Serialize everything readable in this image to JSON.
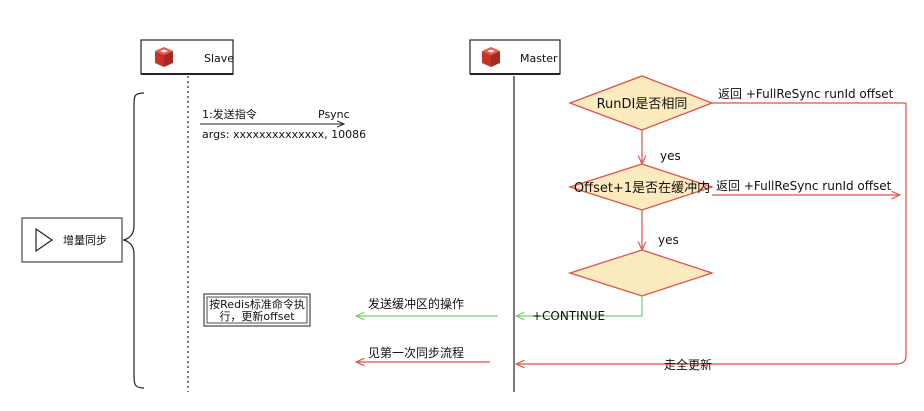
{
  "participants": {
    "slave": {
      "label": "Slave",
      "icon": "redis-logo-icon"
    },
    "master": {
      "label": "Master",
      "icon": "redis-logo-icon"
    }
  },
  "phase": {
    "label": "增量同步",
    "icon": "play-triangle-icon"
  },
  "slave_request": {
    "step": "1:发送指令",
    "command": "Psync",
    "args": "args:  xxxxxxxxxxxxxx,  10086"
  },
  "slave_action": {
    "line1": "按Redis标准命令执",
    "line2": "行，更新offset"
  },
  "decisions": {
    "runid": "RunDI是否相同",
    "offset": "Offset+1是否在缓冲内",
    "third": ""
  },
  "branches": {
    "runid_fail": "返回  +FullReSync  runId  offset",
    "offset_fail": "返回  +FullReSync  runId  offset",
    "yes1": "yes",
    "yes2": "yes"
  },
  "responses": {
    "continue": "+CONTINUE",
    "send_buffer": "发送缓冲区的操作",
    "full_update": "走全更新",
    "first_sync": "见第一次同步流程"
  },
  "colors": {
    "diamond_stroke": "#e0524a",
    "diamond_fill": "#fdebc0",
    "green_arrow": "#6fd36a",
    "red_arrow": "#e0524a",
    "logo_red": "#d63c2f"
  }
}
